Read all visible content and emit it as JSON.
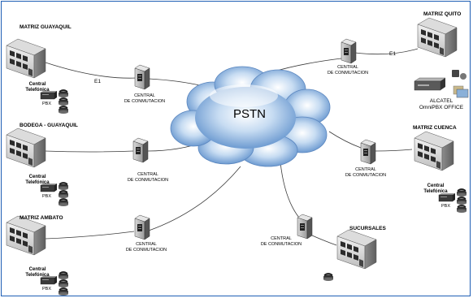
{
  "diagram": {
    "cloud_label": "PSTN",
    "sites": {
      "guayaquil": "MATRIZ GUAYAQUIL",
      "bodega": "BODEGA - GUAYAQUIL",
      "ambato": "MATRIZ AMBATO",
      "quito": "MATRIZ QUITO",
      "cuenca": "MATRIZ CUENCA",
      "sucursales": "SUCURSALES"
    },
    "switch_label_line1": "CENTRAL",
    "switch_label_line2": "DE CONMUTACION",
    "central_line1": "Central",
    "central_line2": "Telefónica",
    "pbx_label": "PBX",
    "link_label": "E1",
    "alcatel_line1": "ALCATEL",
    "alcatel_line2": "OmniPBX OFFICE"
  },
  "colors": {
    "frame": "#1f5fb5",
    "cloud": "#6f9fd4",
    "line": "#333333"
  }
}
